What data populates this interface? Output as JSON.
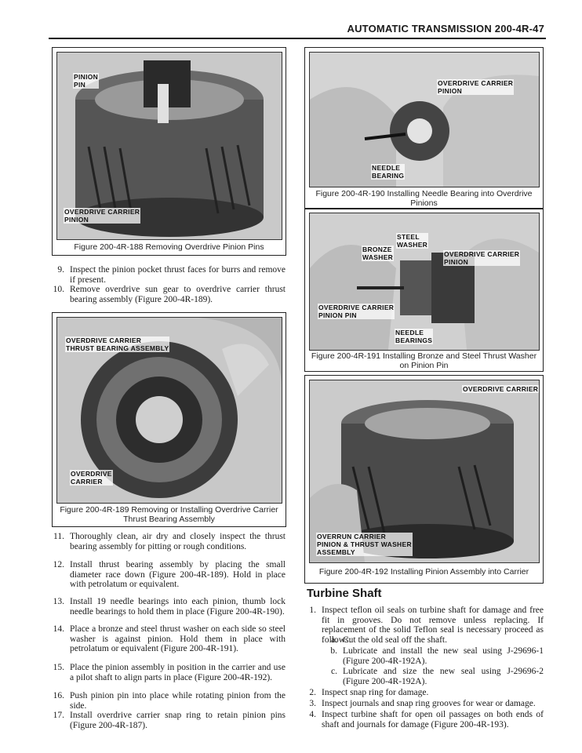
{
  "header": {
    "title": "AUTOMATIC TRANSMISSION 200-4R-47"
  },
  "figures": {
    "f188": {
      "caption": "Figure 200-4R-188 Removing Overdrive Pinion Pins",
      "labels": [
        "PINION\nPIN",
        "OVERDRIVE CARRIER\nPINION"
      ]
    },
    "f190": {
      "caption": "Figure 200-4R-190 Installing Needle Bearing into Overdrive Pinions",
      "labels": [
        "OVERDRIVE CARRIER\nPINION",
        "NEEDLE\nBEARING"
      ]
    },
    "f191": {
      "caption": "Figure 200-4R-191 Installing Bronze and Steel Thrust Washer on Pinion Pin",
      "labels": [
        "STEEL\nWASHER",
        "BRONZE\nWASHER",
        "OVERDRIVE CARRIER\nPINION",
        "OVERDRIVE CARRIER\nPINION PIN",
        "NEEDLE\nBEARINGS"
      ]
    },
    "f189": {
      "caption": "Figure 200-4R-189 Removing or Installing Overdrive Carrier Thrust Bearing Assembly",
      "labels": [
        "OVERDRIVE CARRIER\nTHRUST BEARING ASSEMBLY",
        "OVERDRIVE\nCARRIER"
      ]
    },
    "f192": {
      "caption": "Figure 200-4R-192 Installing Pinion Assembly into Carrier",
      "labels": [
        "OVERDRIVE CARRIER",
        "OVERRUN CARRIER\nPINION & THRUST WASHER\nASSEMBLY"
      ]
    }
  },
  "steps_left_top": [
    {
      "num": "9.",
      "text": "Inspect the pinion pocket thrust faces for burrs and remove if present."
    },
    {
      "num": "10.",
      "text": "Remove overdrive sun gear to overdrive carrier thrust bearing assembly (Figure 200-4R-189)."
    }
  ],
  "steps_left_bottom": [
    {
      "num": "11.",
      "text": "Thoroughly clean, air dry and closely inspect the thrust bearing assembly for pitting or rough conditions."
    },
    {
      "num": "12.",
      "text": "Install thrust bearing assembly by placing the small diameter race down (Figure 200-4R-189). Hold in place with petrolatum or equivalent."
    },
    {
      "num": "13.",
      "text": "Install 19 needle bearings into each pinion, thumb lock needle bearings to hold them in place (Figure 200-4R-190)."
    },
    {
      "num": "14.",
      "text": "Place a bronze and steel thrust washer on each side so steel washer is against pinion. Hold them in place with petrolatum or equivalent (Figure 200-4R-191)."
    },
    {
      "num": "15.",
      "text": "Place the pinion assembly in position in the carrier and use a pilot shaft to align parts in place (Figure 200-4R-192)."
    },
    {
      "num": "16.",
      "text": "Push pinion pin into place while rotating pinion from the side."
    },
    {
      "num": "17.",
      "text": "Install overdrive carrier snap ring to retain pinion pins (Figure 200-4R-187)."
    }
  ],
  "turbine": {
    "heading": "Turbine Shaft",
    "steps": [
      {
        "num": "1.",
        "text": "Inspect teflon oil seals on turbine shaft for damage and free fit in grooves. Do not remove unless replacing. If replacement of the solid Teflon seal is necessary proceed as follows:"
      },
      {
        "num": "a.",
        "text": "Cut the old seal off the shaft."
      },
      {
        "num": "b.",
        "text": "Lubricate and install the new seal using J-29696-1 (Figure 200-4R-192A)."
      },
      {
        "num": "c.",
        "text": "Lubricate and size the new seal using J-29696-2 (Figure 200-4R-192A)."
      },
      {
        "num": "2.",
        "text": "Inspect snap ring for damage."
      },
      {
        "num": "3.",
        "text": "Inspect journals and snap ring grooves for wear or damage."
      },
      {
        "num": "4.",
        "text": "Inspect turbine shaft for open oil passages on both ends of shaft and journals for damage (Figure 200-4R-193)."
      }
    ]
  }
}
